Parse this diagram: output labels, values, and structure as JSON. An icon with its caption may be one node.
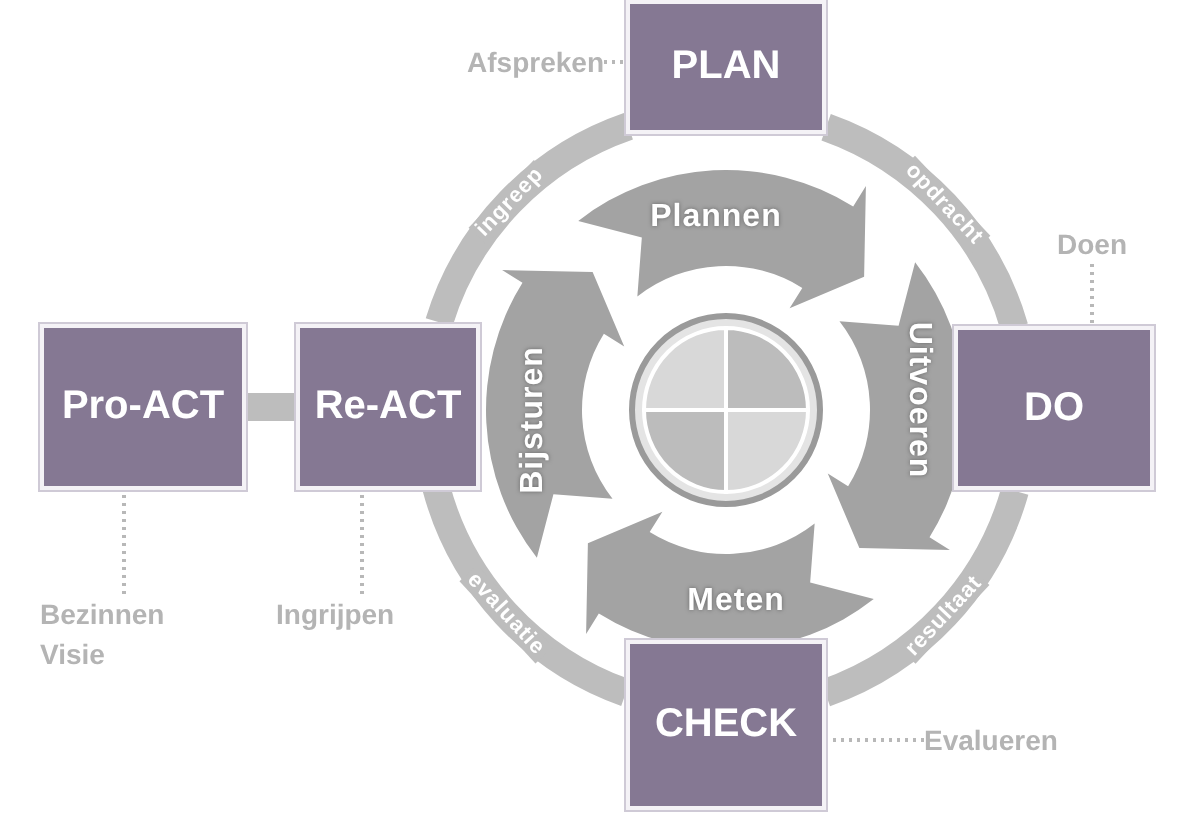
{
  "diagram": {
    "nodes": [
      {
        "text": [
          "Afspreken"
        ]
      },
      {
        "text": [
          "PLAN"
        ]
      },
      {
        "text": [
          "Doen"
        ]
      },
      {
        "text": [
          "Pro-ACT"
        ]
      },
      {
        "text": [
          "Re-ACT"
        ]
      },
      {
        "text": [
          "DO"
        ]
      },
      {
        "text": [
          "Bezinnen Visie"
        ]
      },
      {
        "text": [
          "Ingrijpen"
        ]
      },
      {
        "text": [
          "CHECK"
        ]
      },
      {
        "text": [
          "Evalueren"
        ]
      }
    ],
    "edges": [
      {
        "from": 4,
        "to": 1,
        "arrow": "none",
        "label": "ingreep",
        "style": "thick"
      },
      {
        "from": 1,
        "to": 5,
        "arrow": "none",
        "label": "opdracht",
        "style": "thick"
      },
      {
        "from": 5,
        "to": 8,
        "arrow": "none",
        "label": "resultaat",
        "style": "thick"
      },
      {
        "from": 8,
        "to": 4,
        "arrow": "none",
        "label": "evaluatie",
        "style": "thick"
      },
      {
        "from": 3,
        "to": 4,
        "arrow": "none",
        "style": "thick"
      },
      {
        "from": 0,
        "to": 1,
        "arrow": "none",
        "style": "dashed"
      },
      {
        "from": 2,
        "to": 5,
        "arrow": "none",
        "style": "dashed"
      },
      {
        "from": 9,
        "to": 8,
        "arrow": "none",
        "style": "dashed"
      },
      {
        "from": 7,
        "to": 4,
        "arrow": "none",
        "style": "dashed"
      },
      {
        "from": 6,
        "to": 3,
        "arrow": "none",
        "style": "dashed"
      }
    ],
    "labels": [
      "Plannen",
      "Uitvoeren",
      "Meten",
      "Bijsturen"
    ]
  }
}
